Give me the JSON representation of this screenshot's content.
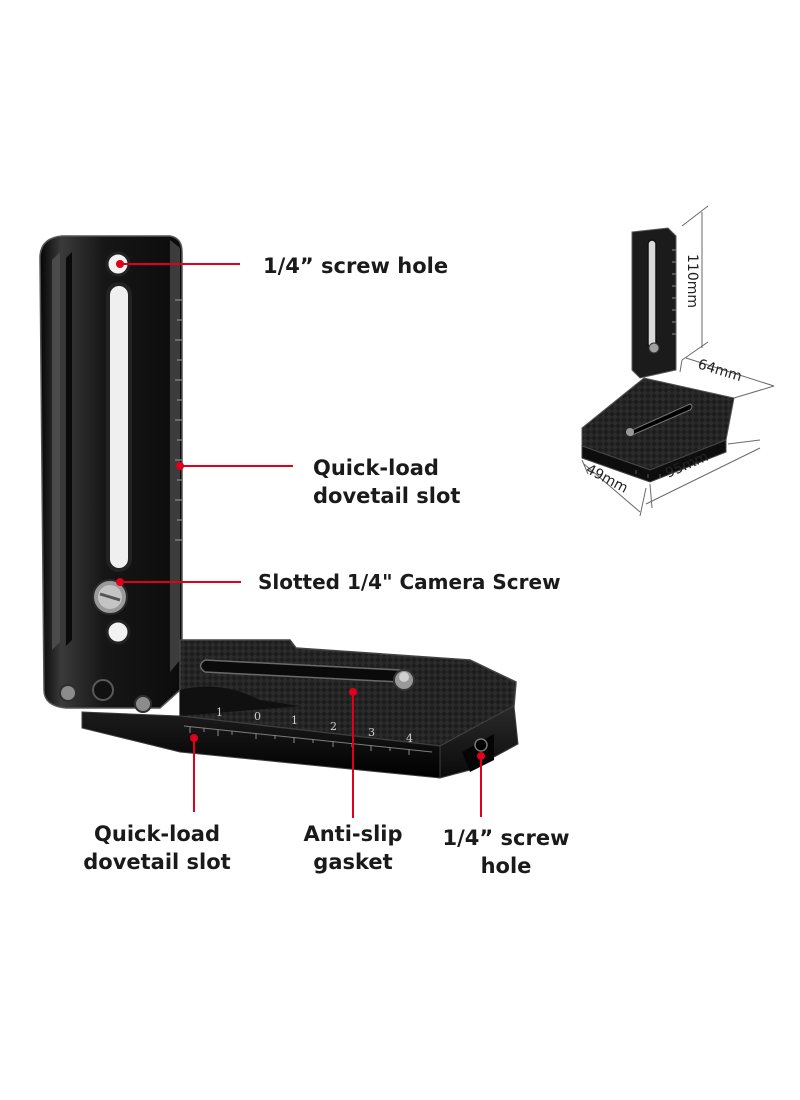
{
  "callouts": {
    "top_screw_hole": "1/4” screw hole",
    "vertical_dovetail_line1": "Quick-load",
    "vertical_dovetail_line2": "dovetail slot",
    "camera_screw": "Slotted 1/4\" Camera Screw",
    "bottom_dovetail_line1": "Quick-load",
    "bottom_dovetail_line2": "dovetail slot",
    "antislip_line1": "Anti-slip",
    "antislip_line2": "gasket",
    "bottom_screw_line1": "1/4” screw",
    "bottom_screw_line2": "hole"
  },
  "scale_ticks": [
    "1",
    "0",
    "1",
    "2",
    "3",
    "4"
  ],
  "dimensions": {
    "height": "110mm",
    "depth": "64mm",
    "width": "95mm",
    "side": "49mm"
  },
  "colors": {
    "accent": "#e0001b",
    "metal_dark": "#141414",
    "metal_mid": "#2a2a2a",
    "edge_highlight": "#8a8a8a",
    "text": "#1a1a1a"
  }
}
